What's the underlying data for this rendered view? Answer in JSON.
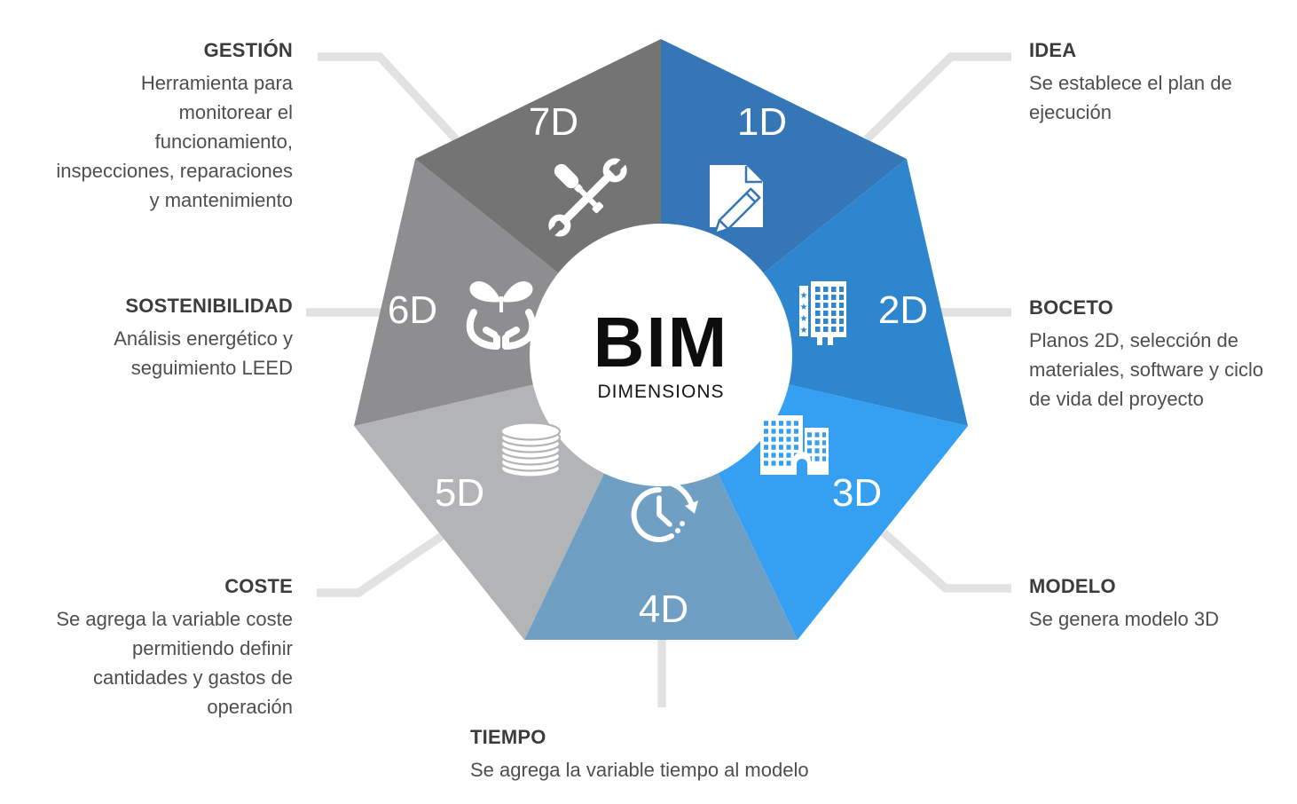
{
  "center": {
    "title": "BIM",
    "subtitle": "DIMENSIONS"
  },
  "wedges": [
    {
      "label": "1D",
      "color": "#3577b6",
      "icon": "document-pencil-icon"
    },
    {
      "label": "2D",
      "color": "#2e86cf",
      "icon": "building-2d-icon"
    },
    {
      "label": "3D",
      "color": "#35a0f1",
      "icon": "buildings-3d-icon"
    },
    {
      "label": "4D",
      "color": "#6f9fc3",
      "icon": "clock-history-icon"
    },
    {
      "label": "5D",
      "color": "#b3b4b6",
      "icon": "coin-stack-icon"
    },
    {
      "label": "6D",
      "color": "#8e8e90",
      "icon": "hands-plant-icon"
    },
    {
      "label": "7D",
      "color": "#747474",
      "icon": "tools-icon"
    }
  ],
  "callouts": {
    "idea": {
      "title": "IDEA",
      "body": "Se establece el plan de\nejecución"
    },
    "boceto": {
      "title": "BOCETO",
      "body": "Planos 2D, selección de\nmateriales, software y ciclo\nde vida del proyecto"
    },
    "modelo": {
      "title": "MODELO",
      "body": "Se genera modelo 3D"
    },
    "tiempo": {
      "title": "TIEMPO",
      "body": "Se agrega la variable tiempo al modelo"
    },
    "coste": {
      "title": "COSTE",
      "body": "Se agrega la variable coste\npermitiendo definir\ncantidades y gastos de\noperación"
    },
    "sostenibilidad": {
      "title": "SOSTENIBILIDAD",
      "body": "Análisis energético y\nseguimiento LEED"
    },
    "gestion": {
      "title": "GESTIÓN",
      "body": "Herramienta para\nmonitorear el\nfuncionamiento,\ninspecciones, reparaciones\ny mantenimiento"
    }
  },
  "glyphs": {
    "star": "★"
  },
  "colors": {
    "background": "#ffffff",
    "connector": "#e2e2e2",
    "title_text": "#3c3c3c",
    "body_text": "#4e4e4e",
    "wedge_label": "#ffffff",
    "center_text": "#0d0d0d"
  }
}
